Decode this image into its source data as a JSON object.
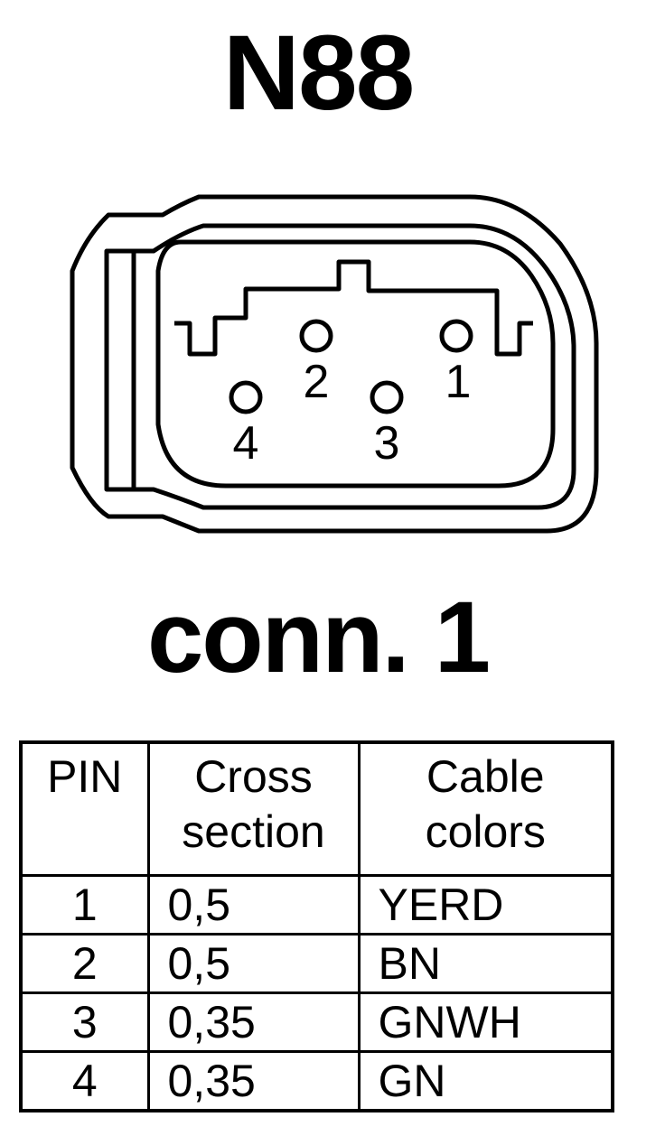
{
  "component": "N88",
  "connector": "conn. 1",
  "pins": [
    {
      "label": "1"
    },
    {
      "label": "2"
    },
    {
      "label": "3"
    },
    {
      "label": "4"
    }
  ],
  "table": {
    "headers": {
      "pin": "PIN",
      "cross_section_line1": "Cross",
      "cross_section_line2": "section",
      "cable_colors_line1": "Cable",
      "cable_colors_line2": "colors"
    },
    "rows": [
      {
        "pin": "1",
        "section": "0,5",
        "color": "YERD"
      },
      {
        "pin": "2",
        "section": "0,5",
        "color": "BN"
      },
      {
        "pin": "3",
        "section": "0,35",
        "color": "GNWH"
      },
      {
        "pin": "4",
        "section": "0,35",
        "color": "GN"
      }
    ]
  }
}
